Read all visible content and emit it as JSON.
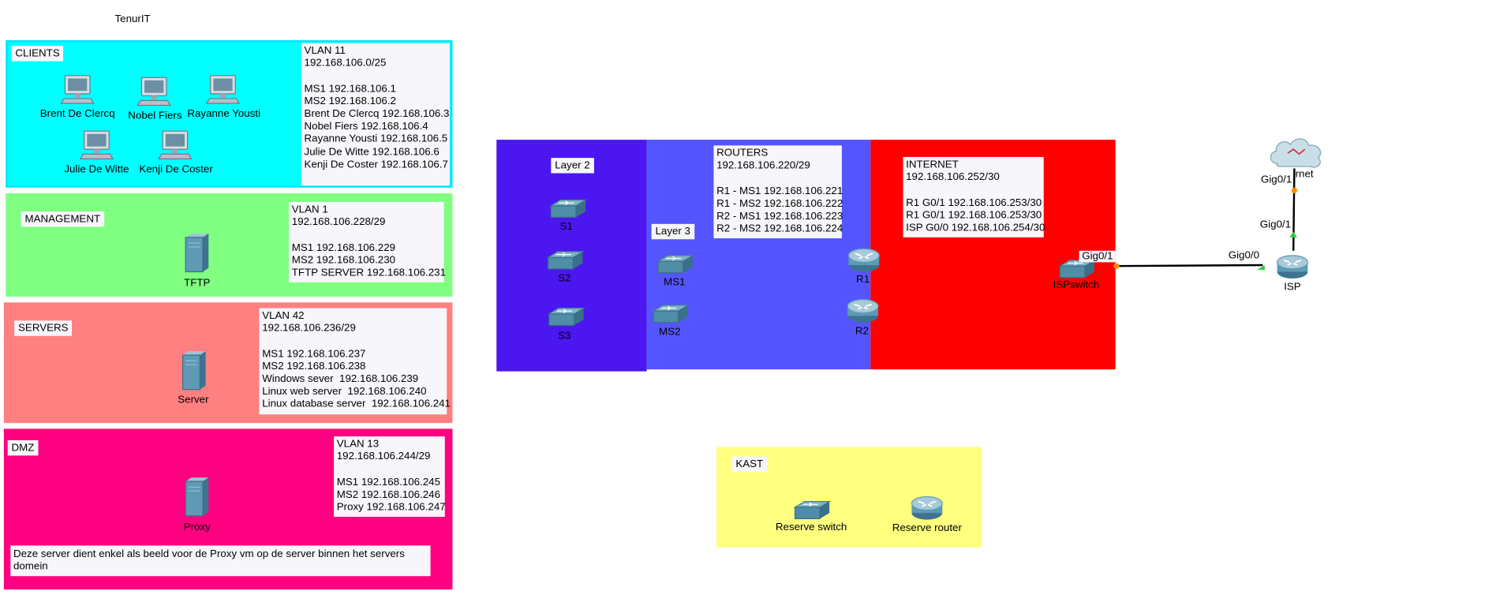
{
  "title": "TenurIT",
  "colors": {
    "clients": "#00ffff",
    "clients_border": "#00e5ff",
    "management": "#80ff80",
    "servers": "#ff8080",
    "dmz": "#ff0080",
    "layer2": "#4b16f0",
    "layer3": "#5555ff",
    "internet": "#ff0000",
    "kast": "#ffff80",
    "cable": "#000000",
    "note_bg": "#f7f7fb"
  },
  "zones": {
    "clients": {
      "label": "CLIENTS",
      "note": [
        "VLAN 11",
        "192.168.106.0/25",
        "",
        "MS1 192.168.106.1",
        "MS2 192.168.106.2",
        "Brent De Clercq 192.168.106.3",
        "Nobel Fiers 192.168.106.4",
        "Rayanne Yousti 192.168.106.5",
        "Julie De Witte 192.168.106.6",
        "Kenji De Coster 192.168.106.7"
      ],
      "devices": [
        "Brent De Clercq",
        "Nobel Fiers",
        "Rayanne Yousti",
        "Julie De Witte",
        "Kenji De Coster"
      ]
    },
    "management": {
      "label": "MANAGEMENT",
      "note": [
        "VLAN 1",
        "192.168.106.228/29",
        "",
        "MS1 192.168.106.229",
        "MS2 192.168.106.230",
        "TFTP SERVER 192.168.106.231"
      ],
      "devices": [
        "TFTP"
      ]
    },
    "servers": {
      "label": "SERVERS",
      "note": [
        "VLAN 42",
        "192.168.106.236/29",
        "",
        "MS1 192.168.106.237",
        "MS2 192.168.106.238",
        "Windows sever  192.168.106.239",
        "Linux web server  192.168.106.240",
        "Linux database server  192.168.106.241"
      ],
      "devices": [
        "Server"
      ]
    },
    "dmz": {
      "label": "DMZ",
      "note": [
        "VLAN 13",
        "192.168.106.244/29",
        "",
        "MS1 192.168.106.245",
        "MS2 192.168.106.246",
        "Proxy 192.168.106.247"
      ],
      "devices": [
        "Proxy"
      ],
      "footnote": "Deze server dient enkel als beeld voor de Proxy vm op de server binnen het servers domein"
    },
    "layer2": {
      "label": "Layer 2",
      "devices": [
        "S1",
        "S2",
        "S3"
      ]
    },
    "layer3": {
      "label": "Layer 3",
      "devices": [
        "MS1",
        "MS2"
      ],
      "note": [
        "ROUTERS",
        "192.168.106.220/29",
        "",
        "R1 - MS1 192.168.106.221",
        "R1 - MS2 192.168.106.222",
        "R2 - MS1 192.168.106.223",
        "R2 - MS2 192.168.106.224"
      ],
      "routers": [
        "R1",
        "R2"
      ]
    },
    "internet": {
      "note": [
        "INTERNET",
        "192.168.106.252/30",
        "",
        "R1 G0/1 192.168.106.253/30",
        "R1 G0/1 192.168.106.253/30",
        "ISP G0/0 192.168.106.254/30"
      ],
      "devices": [
        "ISPswitch"
      ]
    },
    "kast": {
      "label": "KAST",
      "devices": [
        "Reserve switch",
        "Reserve router"
      ]
    }
  },
  "external": {
    "isp": "ISP",
    "cloud": "rnet",
    "ports": {
      "ispswitch_port": "Gig0/1",
      "isp_g00": "Gig0/0",
      "isp_g01": "Gig0/1",
      "cloud_g01": "Gig0/1"
    }
  }
}
